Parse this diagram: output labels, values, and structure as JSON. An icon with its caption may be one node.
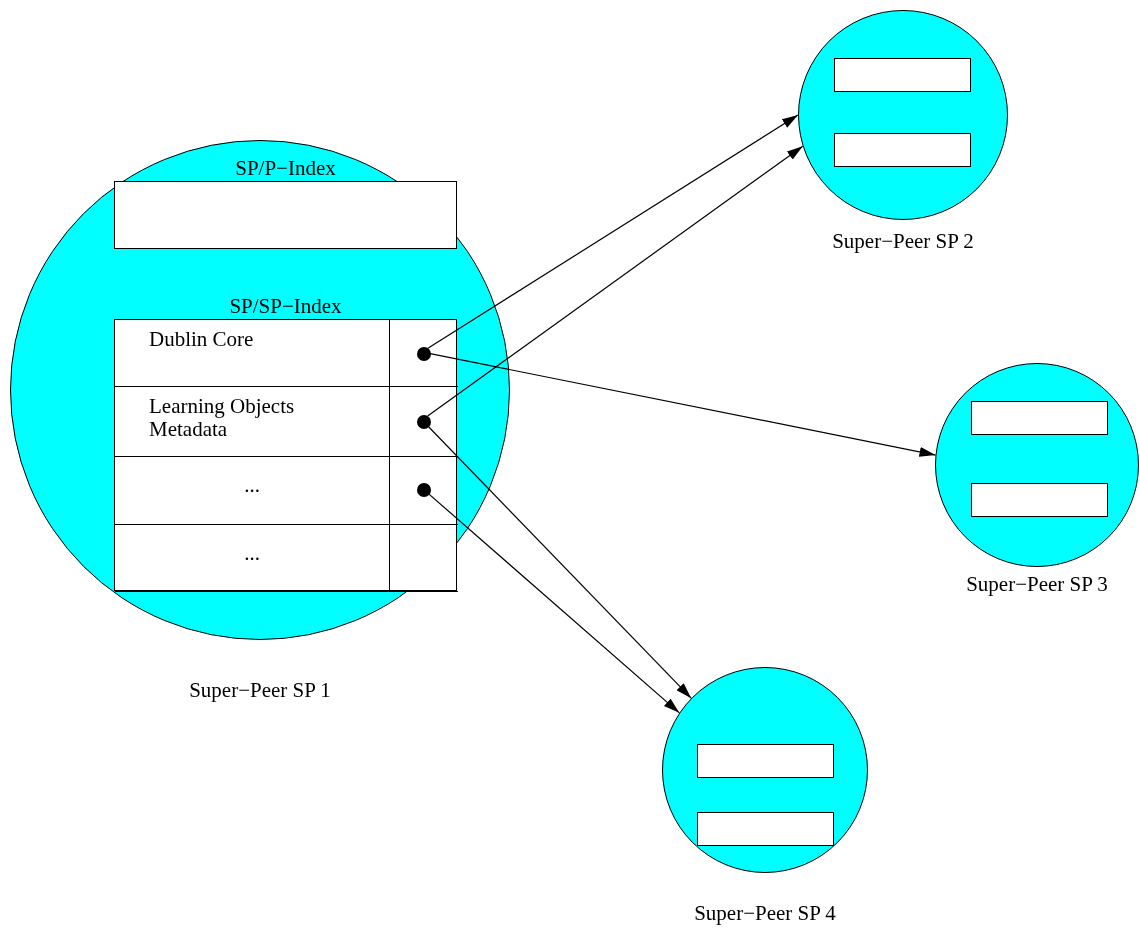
{
  "diagram": {
    "nodes": [
      {
        "text": [
          "Super−Peer SP 1"
        ]
      },
      {
        "text": [
          "SP/P−Index"
        ],
        "in": 0
      },
      {
        "text": [
          "SP/SP−Index"
        ],
        "in": 0
      },
      {
        "text": [
          "Dublin Core"
        ],
        "in": 2
      },
      {
        "text": [],
        "shape": "circle",
        "in": 3
      },
      {
        "text": [
          "Learning Objects Metadata"
        ],
        "in": 2
      },
      {
        "text": [],
        "shape": "circle",
        "in": 5
      },
      {
        "text": [
          "..."
        ],
        "in": 2
      },
      {
        "text": [],
        "shape": "circle",
        "in": 7
      },
      {
        "text": [
          "..."
        ],
        "in": 2
      },
      {
        "text": [
          "Super−Peer SP 2"
        ]
      },
      {
        "text": [],
        "shape": "box",
        "in": 10
      },
      {
        "text": [],
        "shape": "box",
        "in": 10
      },
      {
        "text": [
          "Super−Peer SP 3"
        ]
      },
      {
        "text": [],
        "shape": "box",
        "in": 13
      },
      {
        "text": [],
        "shape": "box",
        "in": 13
      },
      {
        "text": [
          "Super−Peer SP 4"
        ]
      },
      {
        "text": [],
        "shape": "box",
        "in": 16
      },
      {
        "text": [],
        "shape": "box",
        "in": 16
      }
    ],
    "edges": [
      {
        "from": 4,
        "to": 10,
        "arrow": "to"
      },
      {
        "from": 4,
        "to": 13,
        "arrow": "to"
      },
      {
        "from": 6,
        "to": 10,
        "arrow": "to"
      },
      {
        "from": 6,
        "to": 16,
        "arrow": "to"
      },
      {
        "from": 8,
        "to": 16,
        "arrow": "to"
      }
    ]
  }
}
